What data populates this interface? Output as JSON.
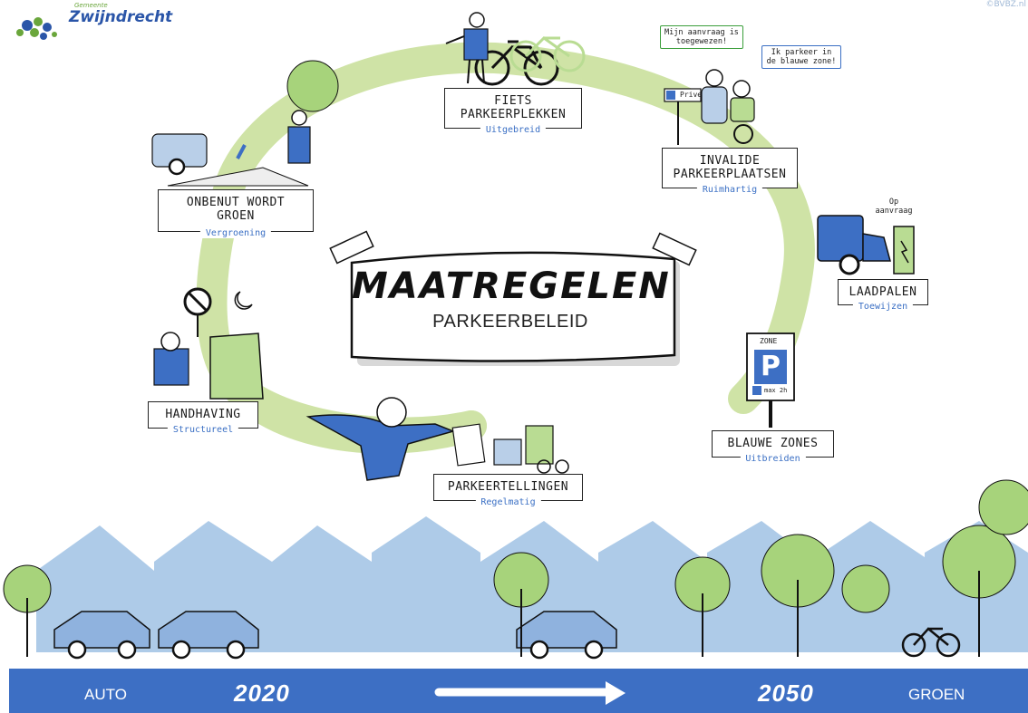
{
  "header": {
    "logo_prefix": "Gemeente",
    "logo_name": "Zwijndrecht",
    "copyright": "©BVBZ.nl"
  },
  "center": {
    "title": "MAATREGELEN",
    "subtitle": "PARKEERBELEID"
  },
  "measures": [
    {
      "title": "FIETS\nPARKEERPLEKKEN",
      "subtitle": "Uitgebreid"
    },
    {
      "title": "INVALIDE\nPARKEERPLAATSEN",
      "subtitle": "Ruimhartig"
    },
    {
      "title": "LAADPALEN",
      "subtitle": "Toewijzen"
    },
    {
      "title": "BLAUWE ZONES",
      "subtitle": "Uitbreiden"
    },
    {
      "title": "PARKEERTELLINGEN",
      "subtitle": "Regelmatig"
    },
    {
      "title": "HANDHAVING",
      "subtitle": "Structureel"
    },
    {
      "title": "ONBENUT WORDT\nGROEN",
      "subtitle": "Vergroening"
    }
  ],
  "notes": {
    "bubble_assigned": "Mijn aanvraag is toegewezen!",
    "bubble_bluezone": "Ik parkeer in de blauwe zone!",
    "on_request": "Op aanvraag",
    "prive_sign": "Prive",
    "zone_sign_top": "ZONE",
    "zone_sign_letter": "P",
    "zone_sign_time": "max 2h"
  },
  "timeline": {
    "left_label": "AUTO",
    "start_year": "2020",
    "end_year": "2050",
    "right_label": "GROEN"
  },
  "colors": {
    "green_ring": "#cfe3a6",
    "blue_band": "#3d6fc4",
    "house_blue": "#aecbe8",
    "car_blue": "#8fb2de",
    "tree_green": "#a7d37b"
  }
}
